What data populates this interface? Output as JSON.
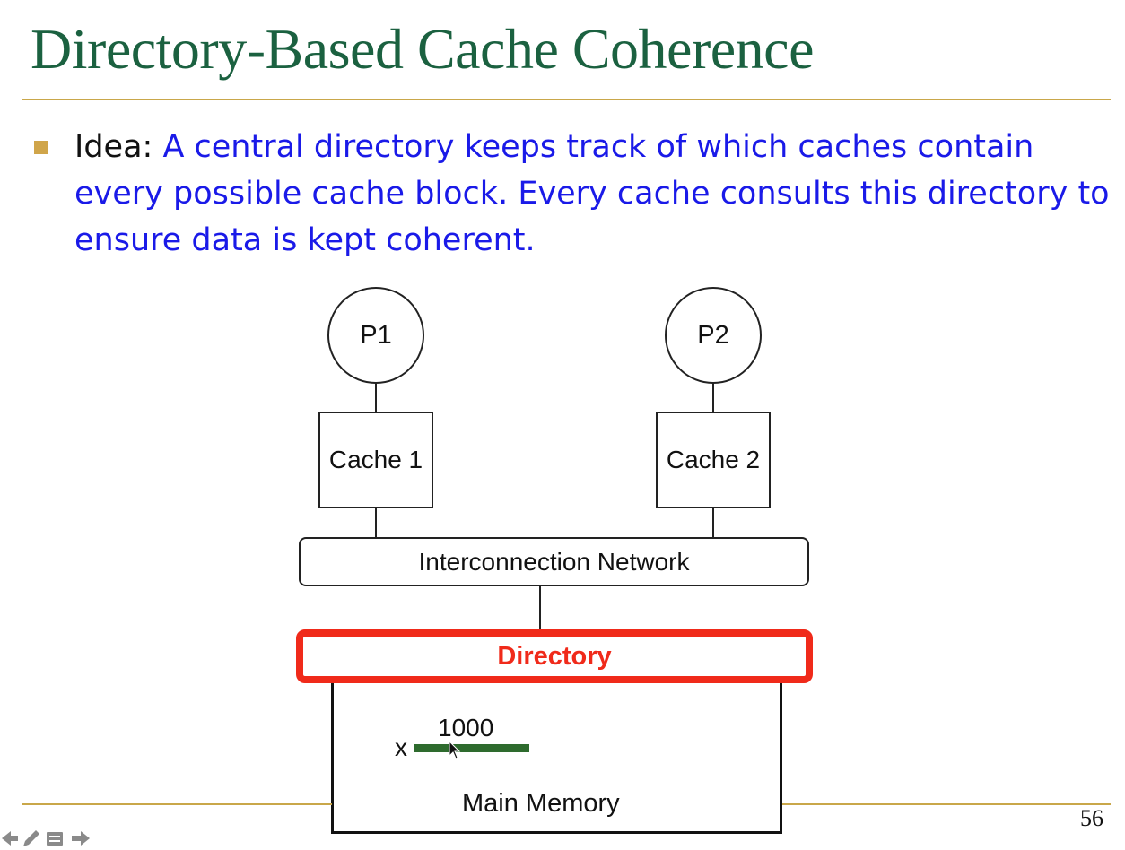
{
  "slide": {
    "title": "Directory-Based Cache Coherence",
    "bullet": {
      "lead": "Idea:",
      "text": "A central directory keeps track of which caches contain every possible cache block. Every cache consults this directory to ensure data is kept coherent."
    },
    "page_number": "56"
  },
  "diagram": {
    "processors": [
      "P1",
      "P2"
    ],
    "caches": [
      "Cache 1",
      "Cache 2"
    ],
    "network": "Interconnection Network",
    "directory": "Directory",
    "memory": {
      "label": "Main Memory",
      "variable": "x",
      "value": "1000"
    }
  },
  "colors": {
    "title": "#1b6140",
    "rule": "#c9a74a",
    "bullet_marker": "#d0a54a",
    "bullet_text": "#1a1ae8",
    "directory": "#f02a1a",
    "memory_block": "#2e6b2e"
  },
  "nav_icons": [
    "back-arrow-icon",
    "pen-icon",
    "menu-icon",
    "forward-arrow-icon"
  ]
}
